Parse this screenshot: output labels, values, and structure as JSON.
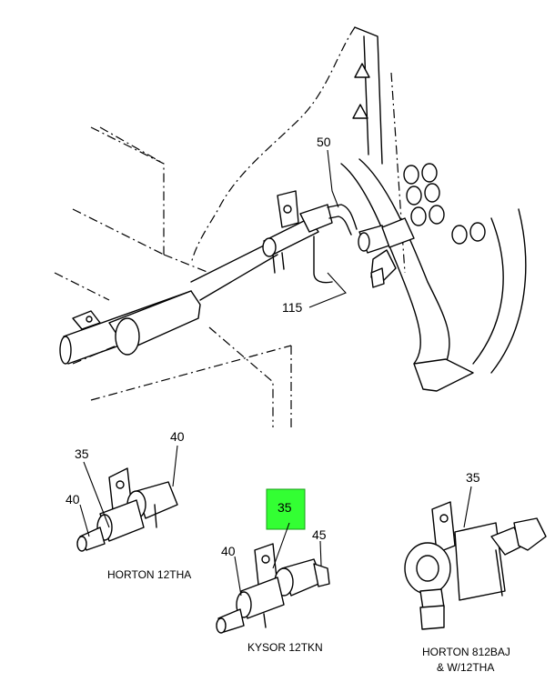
{
  "callouts": {
    "c50": "50",
    "c115": "115",
    "horton12_35": "35",
    "horton12_40_top": "40",
    "horton12_40_left": "40",
    "kysor_35": "35",
    "kysor_40": "40",
    "kysor_45": "45",
    "horton812_35": "35"
  },
  "captions": {
    "horton_12tha": "HORTON 12THA",
    "kysor_12tkn": "KYSOR 12TKN",
    "horton_812baj_line1": "HORTON 812BAJ",
    "horton_812baj_line2": "& W/12THA"
  },
  "highlight_color": "#33ff33"
}
